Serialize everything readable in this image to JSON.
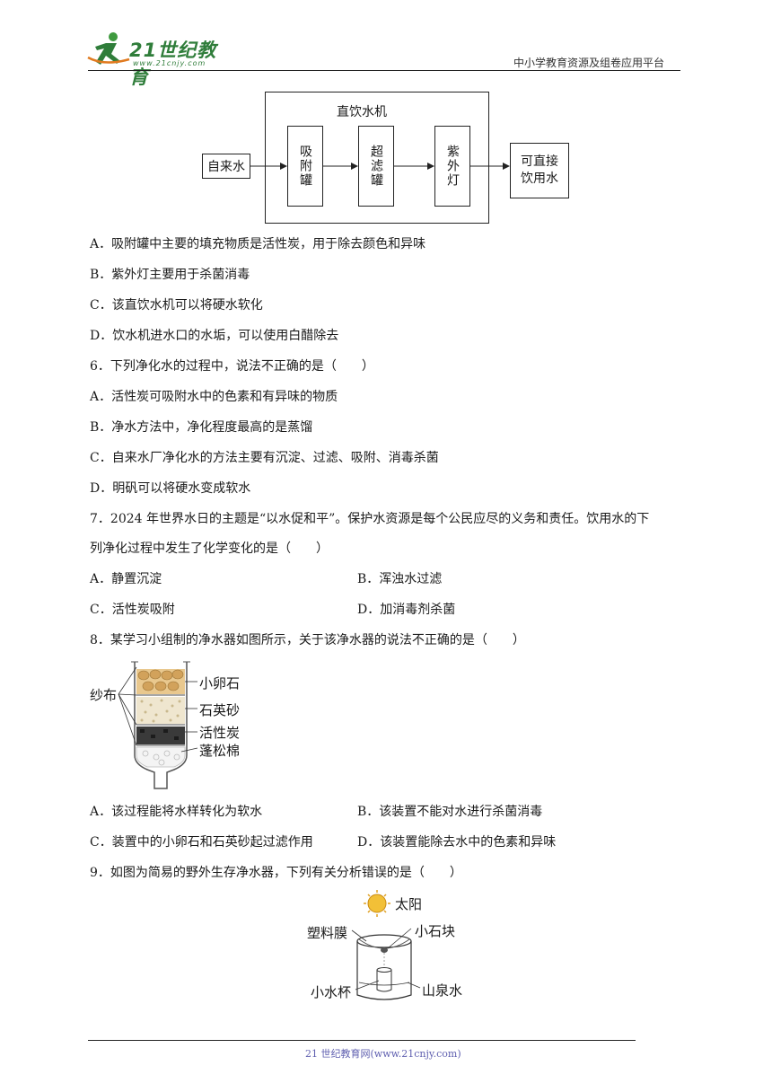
{
  "header": {
    "logo_text": "21世纪教育",
    "logo_url": "www.21cnjy.com",
    "right": "中小学教育资源及组卷应用平台"
  },
  "diagram1": {
    "machine": "直饮水机",
    "input": "自来水",
    "step1": "吸附罐",
    "step2": "超滤罐",
    "step3": "紫外灯",
    "output_line1": "可直接",
    "output_line2": "饮用水"
  },
  "q5": {
    "options": [
      "A．吸附罐中主要的填充物质是活性炭，用于除去颜色和异味",
      "B．紫外灯主要用于杀菌消毒",
      "C．该直饮水机可以将硬水软化",
      "D．饮水机进水口的水垢，可以使用白醋除去"
    ]
  },
  "q6": {
    "stem": "6．下列净化水的过程中，说法不正确的是（　　）",
    "options": [
      "A．活性炭可吸附水中的色素和有异味的物质",
      "B．净水方法中，净化程度最高的是蒸馏",
      "C．自来水厂净化水的方法主要有沉淀、过滤、吸附、消毒杀菌",
      "D．明矾可以将硬水变成软水"
    ]
  },
  "q7": {
    "stem_line1": "7．2024 年世界水日的主题是“以水促和平”。保护水资源是每个公民应尽的义务和责任。饮用水的下",
    "stem_line2": "列净化过程中发生了化学变化的是（　　）",
    "a": "A．静置沉淀",
    "b": "B．浑浊水过滤",
    "c": "C．活性炭吸附",
    "d": "D．加消毒剂杀菌"
  },
  "q8": {
    "stem": "8．某学习小组制的净水器如图所示，关于该净水器的说法不正确的是（　　）",
    "fig_gauze": "纱布",
    "fig_pebble": "小卵石",
    "fig_sand": "石英砂",
    "fig_carbon": "活性炭",
    "fig_cotton": "蓬松棉",
    "a": "A．该过程能将水样转化为软水",
    "b": "B．该装置不能对水进行杀菌消毒",
    "c": "C．装置中的小卵石和石英砂起过滤作用",
    "d": "D．该装置能除去水中的色素和异味"
  },
  "q9": {
    "stem": "9．如图为简易的野外生存净水器，下列有关分析错误的是（　　）",
    "fig_sun": "太阳",
    "fig_film": "塑料膜",
    "fig_stone": "小石块",
    "fig_cup": "小水杯",
    "fig_water": "山泉水"
  },
  "footer": "21 世纪教育网(www.21cnjy.com)"
}
